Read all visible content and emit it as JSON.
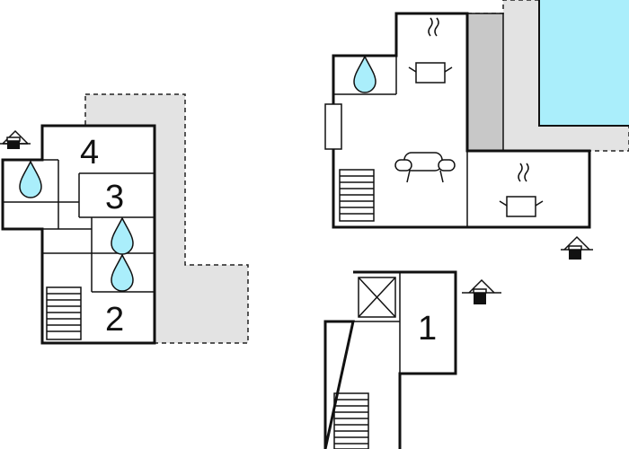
{
  "colors": {
    "wall": "#111111",
    "outdoor_area": "#e3e3e3",
    "covered_area": "#c8c8c8",
    "pool": "#aaeefb",
    "water_drop": "#aaeefb",
    "background": "#ffffff"
  },
  "floors": [
    {
      "rooms": [
        "4",
        "3",
        "2"
      ],
      "icons": [
        "entrance-icon",
        "water-drop-icon",
        "water-drop-icon",
        "water-drop-icon",
        "stairs-icon"
      ]
    },
    {
      "rooms": [],
      "icons": [
        "water-drop-icon",
        "stove-icon",
        "window-icon",
        "sofa-icon",
        "stairs-icon",
        "stove-icon",
        "entrance-icon",
        "pool-icon"
      ]
    },
    {
      "rooms": [
        "1"
      ],
      "icons": [
        "shaft-icon",
        "entrance-icon",
        "stairs-icon"
      ]
    }
  ]
}
